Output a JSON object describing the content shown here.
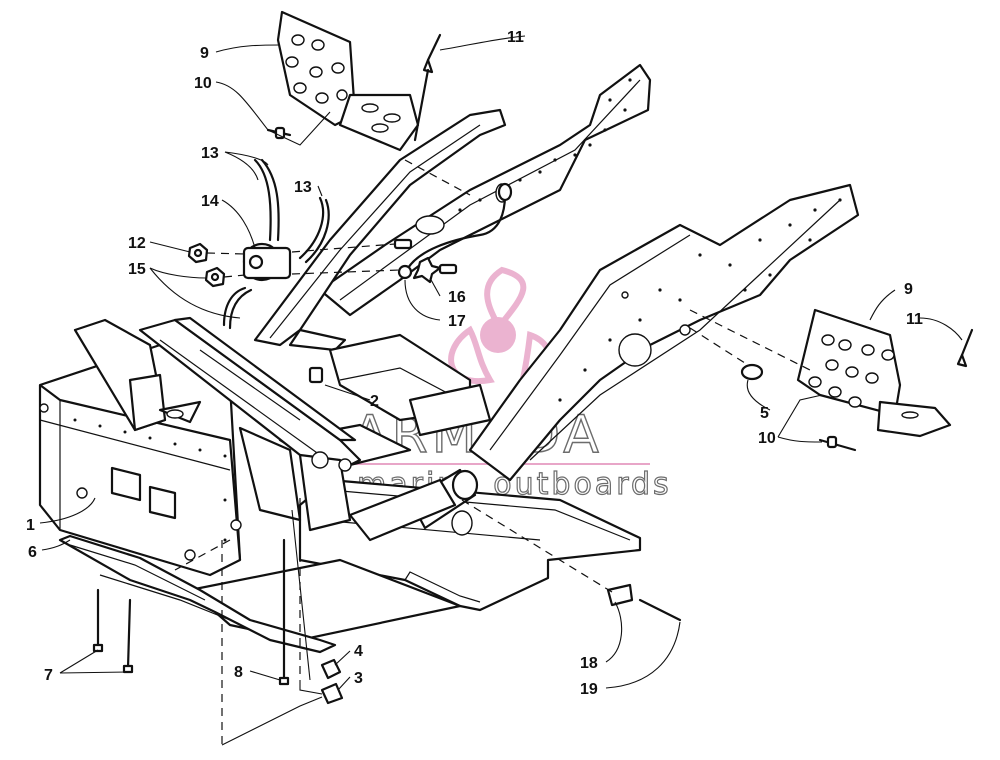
{
  "callouts": {
    "c1": "1",
    "c2": "2",
    "c3": "3",
    "c4": "4",
    "c5": "5",
    "c6": "6",
    "c7": "7",
    "c8": "8",
    "c9a": "9",
    "c9b": "9",
    "c10a": "10",
    "c10b": "10",
    "c11a": "11",
    "c11b": "11",
    "c12": "12",
    "c13a": "13",
    "c13b": "13",
    "c14": "14",
    "c15": "15",
    "c16": "16",
    "c17": "17",
    "c18": "18",
    "c19": "19"
  },
  "watermark": {
    "title": "ARMADA",
    "subtitle": "marine outboards",
    "logo_color": "#e8a6c8",
    "text_color": "#6c6c6c"
  }
}
